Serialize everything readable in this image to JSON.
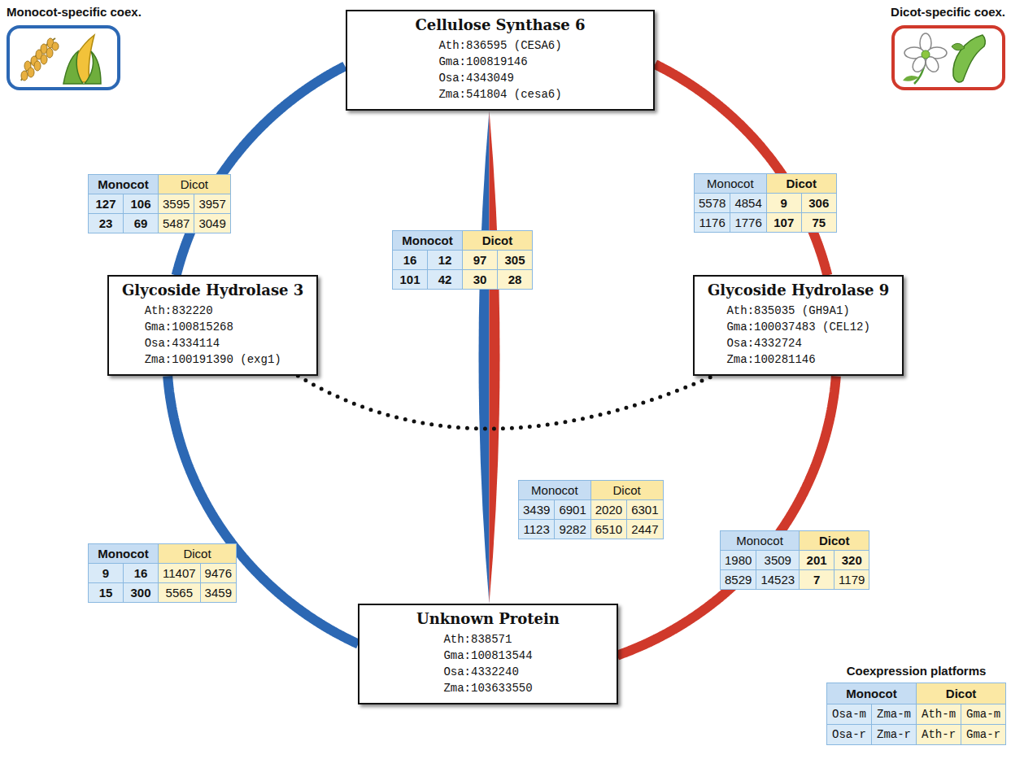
{
  "diagram": {
    "nodes": [
      {
        "text": [
          "Monocot-specific coex."
        ]
      },
      {
        "text": [
          "Cellulose Synthase 6",
          "Ath:836595 (CESA6)",
          "Gma:100819146",
          "Osa:4343049",
          "Zma:541804 (cesa6)"
        ]
      },
      {
        "text": [
          "Dicot-specific coex."
        ]
      },
      {
        "text": [
          "Glycoside Hydrolase 3",
          "Ath:832220",
          "Gma:100815268",
          "Osa:4334114",
          "Zma:100191390 (exg1)"
        ]
      },
      {
        "text": [
          "Glycoside Hydrolase 9",
          "Ath:835035 (GH9A1)",
          "Gma:100037483 (CEL12)",
          "Osa:4332724",
          "Zma:100281146"
        ]
      },
      {
        "text": [
          "Unknown Protein",
          "Ath:838571",
          "Gma:100813544",
          "Osa:4332240",
          "Zma:103633550"
        ]
      }
    ],
    "edges": [
      {
        "from": 1,
        "to": 3,
        "arrow": "none"
      },
      {
        "from": 1,
        "to": 4,
        "arrow": "none"
      },
      {
        "from": 1,
        "to": 5,
        "arrow": "none"
      },
      {
        "from": 3,
        "to": 5,
        "arrow": "none"
      },
      {
        "from": 4,
        "to": 5,
        "arrow": "none"
      },
      {
        "from": 3,
        "to": 4,
        "arrow": "none"
      }
    ],
    "labels": [
      "Monocot",
      "Dicot",
      "127",
      "106",
      "3595",
      "3957",
      "23",
      "69",
      "5487",
      "3049",
      "Monocot",
      "Dicot",
      "16",
      "12",
      "97",
      "305",
      "101",
      "42",
      "30",
      "28",
      "Monocot",
      "Dicot",
      "5578",
      "4854",
      "9",
      "306",
      "1176",
      "1776",
      "107",
      "75",
      "Monocot",
      "Dicot",
      "3439",
      "6901",
      "2020",
      "6301",
      "1123",
      "9282",
      "6510",
      "2447",
      "Monocot",
      "Dicot",
      "9",
      "16",
      "11407",
      "9476",
      "15",
      "300",
      "5565",
      "3459",
      "Monocot",
      "Dicot",
      "1980",
      "3509",
      "201",
      "320",
      "8529",
      "14523",
      "7",
      "1179",
      "Coexpression platforms",
      "Monocot",
      "Dicot",
      "Osa-m",
      "Zma-m",
      "Ath-m",
      "Gma-m",
      "Osa-r",
      "Zma-r",
      "Ath-r",
      "Gma-r"
    ]
  }
}
